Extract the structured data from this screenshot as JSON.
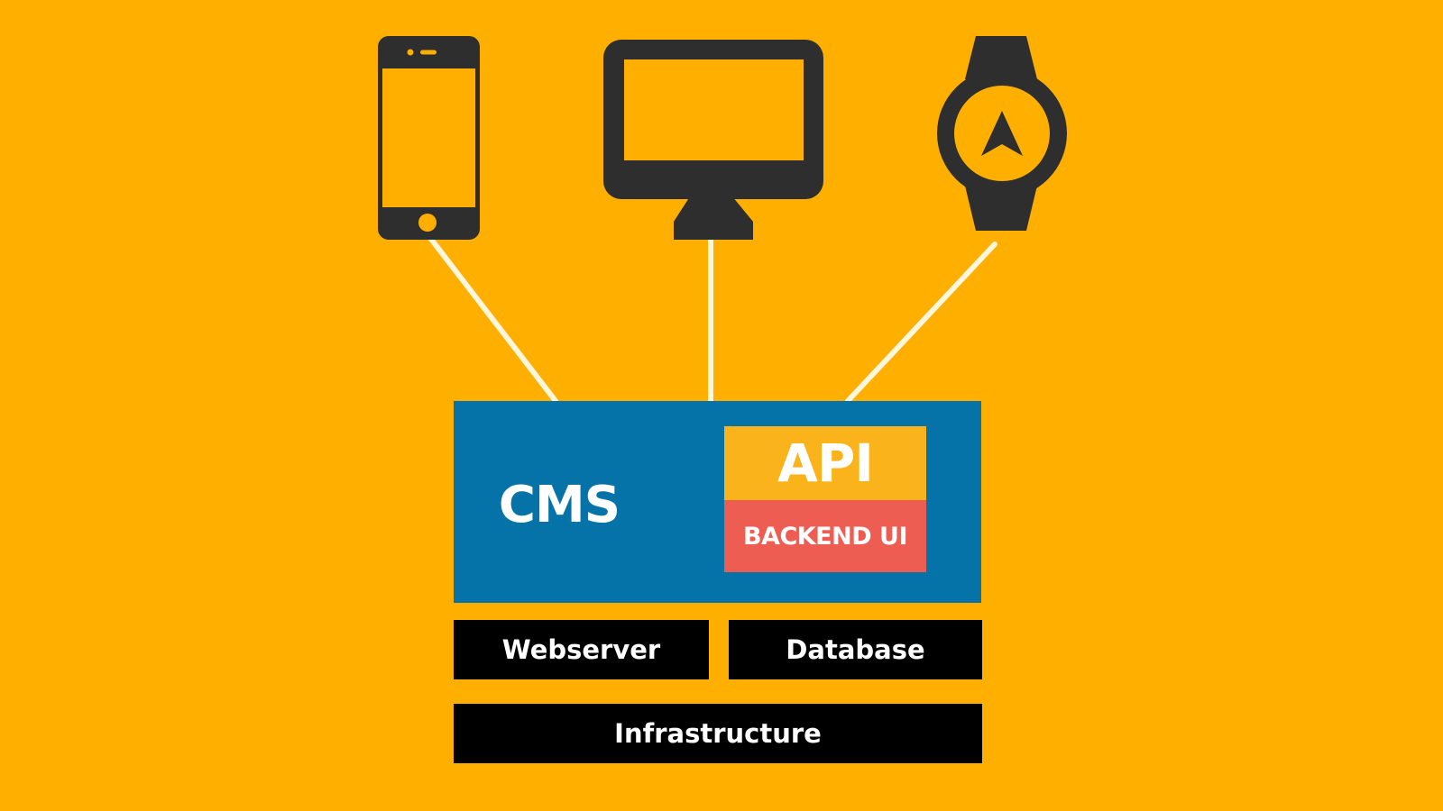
{
  "colors": {
    "background": "#FEAF00",
    "device": "#2E2E2E",
    "connector": "#FFF6DC",
    "cms": "#0673A8",
    "api": "#FBB31B",
    "backend_ui": "#EE5D52",
    "layer": "#000000",
    "text": "#FFFFFF"
  },
  "devices": [
    {
      "id": "smartphone",
      "icon": "smartphone-icon"
    },
    {
      "id": "desktop-monitor",
      "icon": "desktop-monitor-icon"
    },
    {
      "id": "smartwatch",
      "icon": "smartwatch-icon"
    }
  ],
  "cms": {
    "label": "CMS",
    "api_label": "API",
    "backend_label": "BACKEND UI"
  },
  "layers": {
    "webserver": "Webserver",
    "database": "Database",
    "infrastructure": "Infrastructure"
  }
}
